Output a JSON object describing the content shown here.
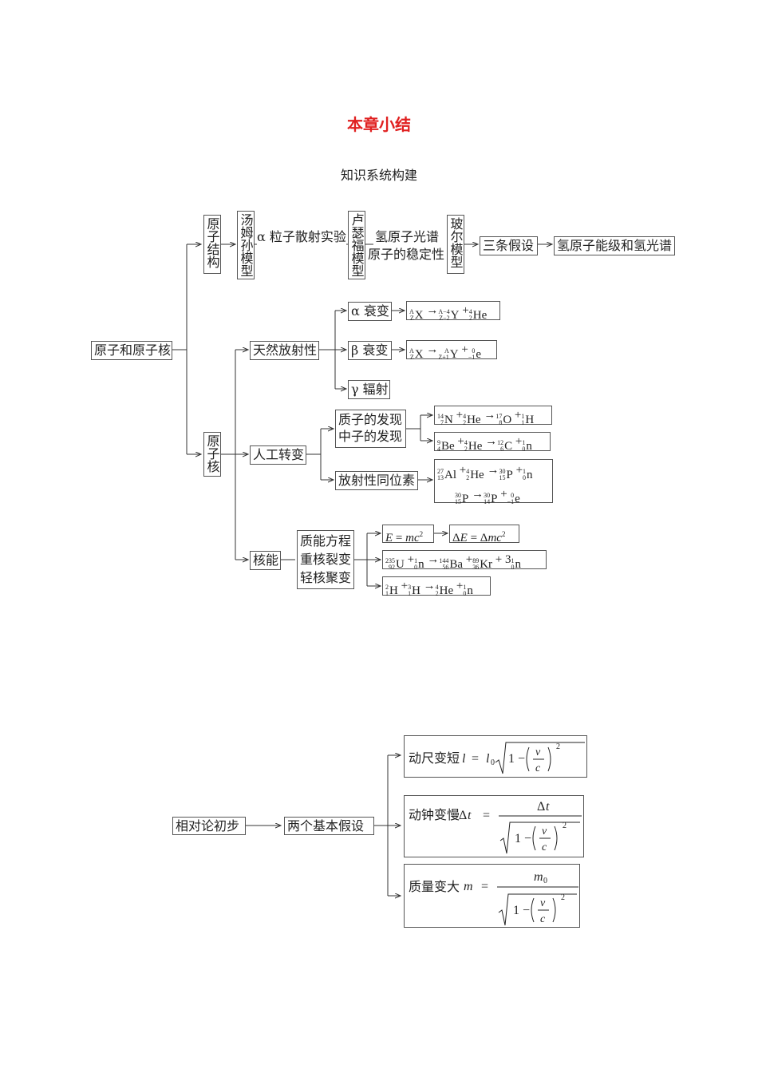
{
  "header": {
    "title": "本章小结",
    "subtitle": "知识系统构建"
  },
  "map1": {
    "root": "原子和原子核",
    "atom_structure": "原子结构",
    "thomson": "汤姆孙模型",
    "alpha_exp": "α 粒子散射实验",
    "rutherford": "卢瑟福模型",
    "h_spectrum": "氢原子光谱",
    "stability": "原子的稳定性",
    "bohr": "玻尔模型",
    "three_assumptions": "三条假设",
    "energy_levels": "氢原子能级和氢光谱",
    "nucleus": "原子核",
    "natural_radioactivity": "天然放射性",
    "alpha_decay": "α 衰变",
    "beta_decay": "β 衰变",
    "gamma_radiation": "γ 辐射",
    "artificial": "人工转变",
    "proton_discovery": "质子的发现",
    "neutron_discovery": "中子的发现",
    "radioisotope": "放射性同位素",
    "nuclear_energy": "核能",
    "mass_energy": "质能方程",
    "fission": "重核裂变",
    "fusion": "轻核聚变"
  },
  "map2": {
    "root": "相对论初步",
    "postulates": "两个基本假设",
    "length": "动尺变短",
    "time": "动钟变慢",
    "mass": "质量变大"
  }
}
